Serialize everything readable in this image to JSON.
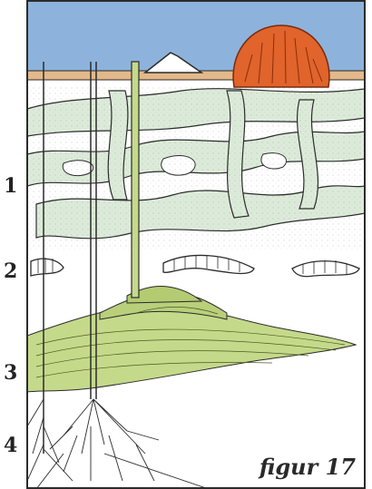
{
  "figure": {
    "caption": "figur 17",
    "layers": [
      {
        "number": "1"
      },
      {
        "number": "2"
      },
      {
        "number": "3"
      },
      {
        "number": "4"
      }
    ]
  },
  "colors": {
    "sky": "#8db3dc",
    "surface": "#e3b98a",
    "tunnel": "#dcebd9",
    "root_green": "#c5d98a",
    "moss": "#e0642b",
    "outline": "#2b2b2b",
    "background": "#ffffff"
  }
}
